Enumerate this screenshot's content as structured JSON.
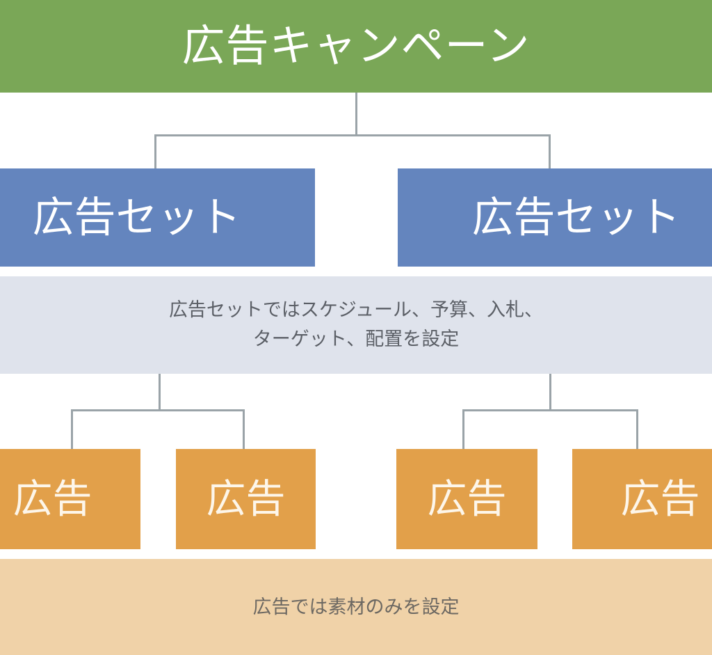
{
  "diagram": {
    "title": "広告キャンペーン",
    "levels": {
      "campaign": {
        "label": "広告キャンペーン",
        "color": "#7aa757"
      },
      "adsets": {
        "color": "#6485be",
        "items": [
          {
            "label": "広告セット"
          },
          {
            "label": "広告セット"
          }
        ],
        "note": {
          "background": "#dfe3ec",
          "lines": [
            "広告セットではスケジュール、予算、入札、",
            "ターゲット、配置を設定"
          ]
        }
      },
      "ads": {
        "color": "#e2a04a",
        "items": [
          {
            "label": "広告"
          },
          {
            "label": "広告"
          },
          {
            "label": "広告"
          },
          {
            "label": "広告"
          }
        ],
        "note": {
          "background": "#f0d2a8",
          "lines": [
            "広告では素材のみを設定"
          ]
        }
      }
    },
    "connector_color": "#9aa3a8"
  }
}
